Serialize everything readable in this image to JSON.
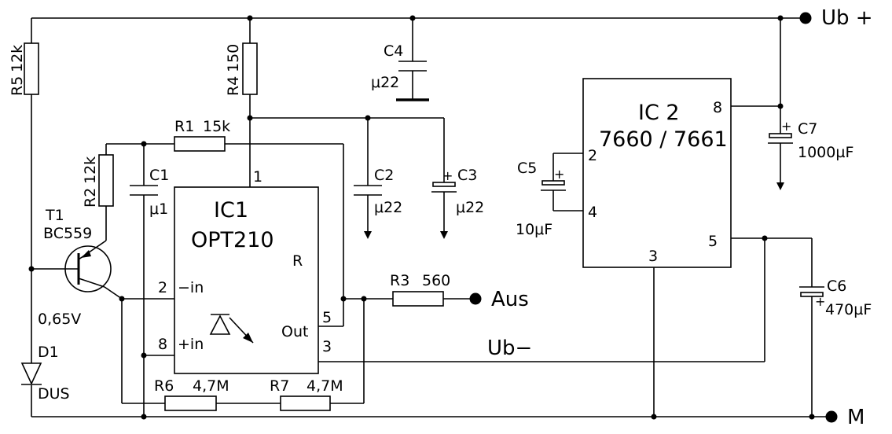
{
  "nets": {
    "vplus": "Ub +",
    "gnd": "M",
    "out": "Aus",
    "vminus": "Ub−"
  },
  "components": {
    "r5": {
      "ref": "R5",
      "value": "12k"
    },
    "r4": {
      "ref": "R4",
      "value": "150"
    },
    "r1": {
      "ref": "R1",
      "value": "15k"
    },
    "r2": {
      "ref": "R2",
      "value": "12k"
    },
    "r3": {
      "ref": "R3",
      "value": "560"
    },
    "r6": {
      "ref": "R6",
      "value": "4,7M"
    },
    "r7": {
      "ref": "R7",
      "value": "4,7M"
    },
    "c1": {
      "ref": "C1",
      "value": "μ1"
    },
    "c2": {
      "ref": "C2",
      "value": "μ22"
    },
    "c3": {
      "ref": "C3",
      "value": "μ22"
    },
    "c4": {
      "ref": "C4",
      "value": "μ22"
    },
    "c5": {
      "ref": "C5",
      "value": "10μF"
    },
    "c6": {
      "ref": "C6",
      "value": "470µF"
    },
    "c7": {
      "ref": "C7",
      "value": "1000µF"
    },
    "t1": {
      "ref": "T1",
      "value": "BC559",
      "vbe": "0,65V"
    },
    "d1": {
      "ref": "D1",
      "value": "DUS"
    },
    "ic1": {
      "ref": "IC1",
      "value": "OPT210",
      "mark": "R",
      "pins": {
        "p1": "1",
        "p2": "2",
        "p8": "8",
        "p5": "5",
        "p3": "3"
      },
      "pin_labels": {
        "minus_in": "−in",
        "plus_in": "+in",
        "out": "Out"
      }
    },
    "ic2": {
      "ref": "IC 2",
      "value": "7660 / 7661",
      "pins": {
        "p2": "2",
        "p4": "4",
        "p8": "8",
        "p5": "5",
        "p3": "3"
      }
    }
  }
}
